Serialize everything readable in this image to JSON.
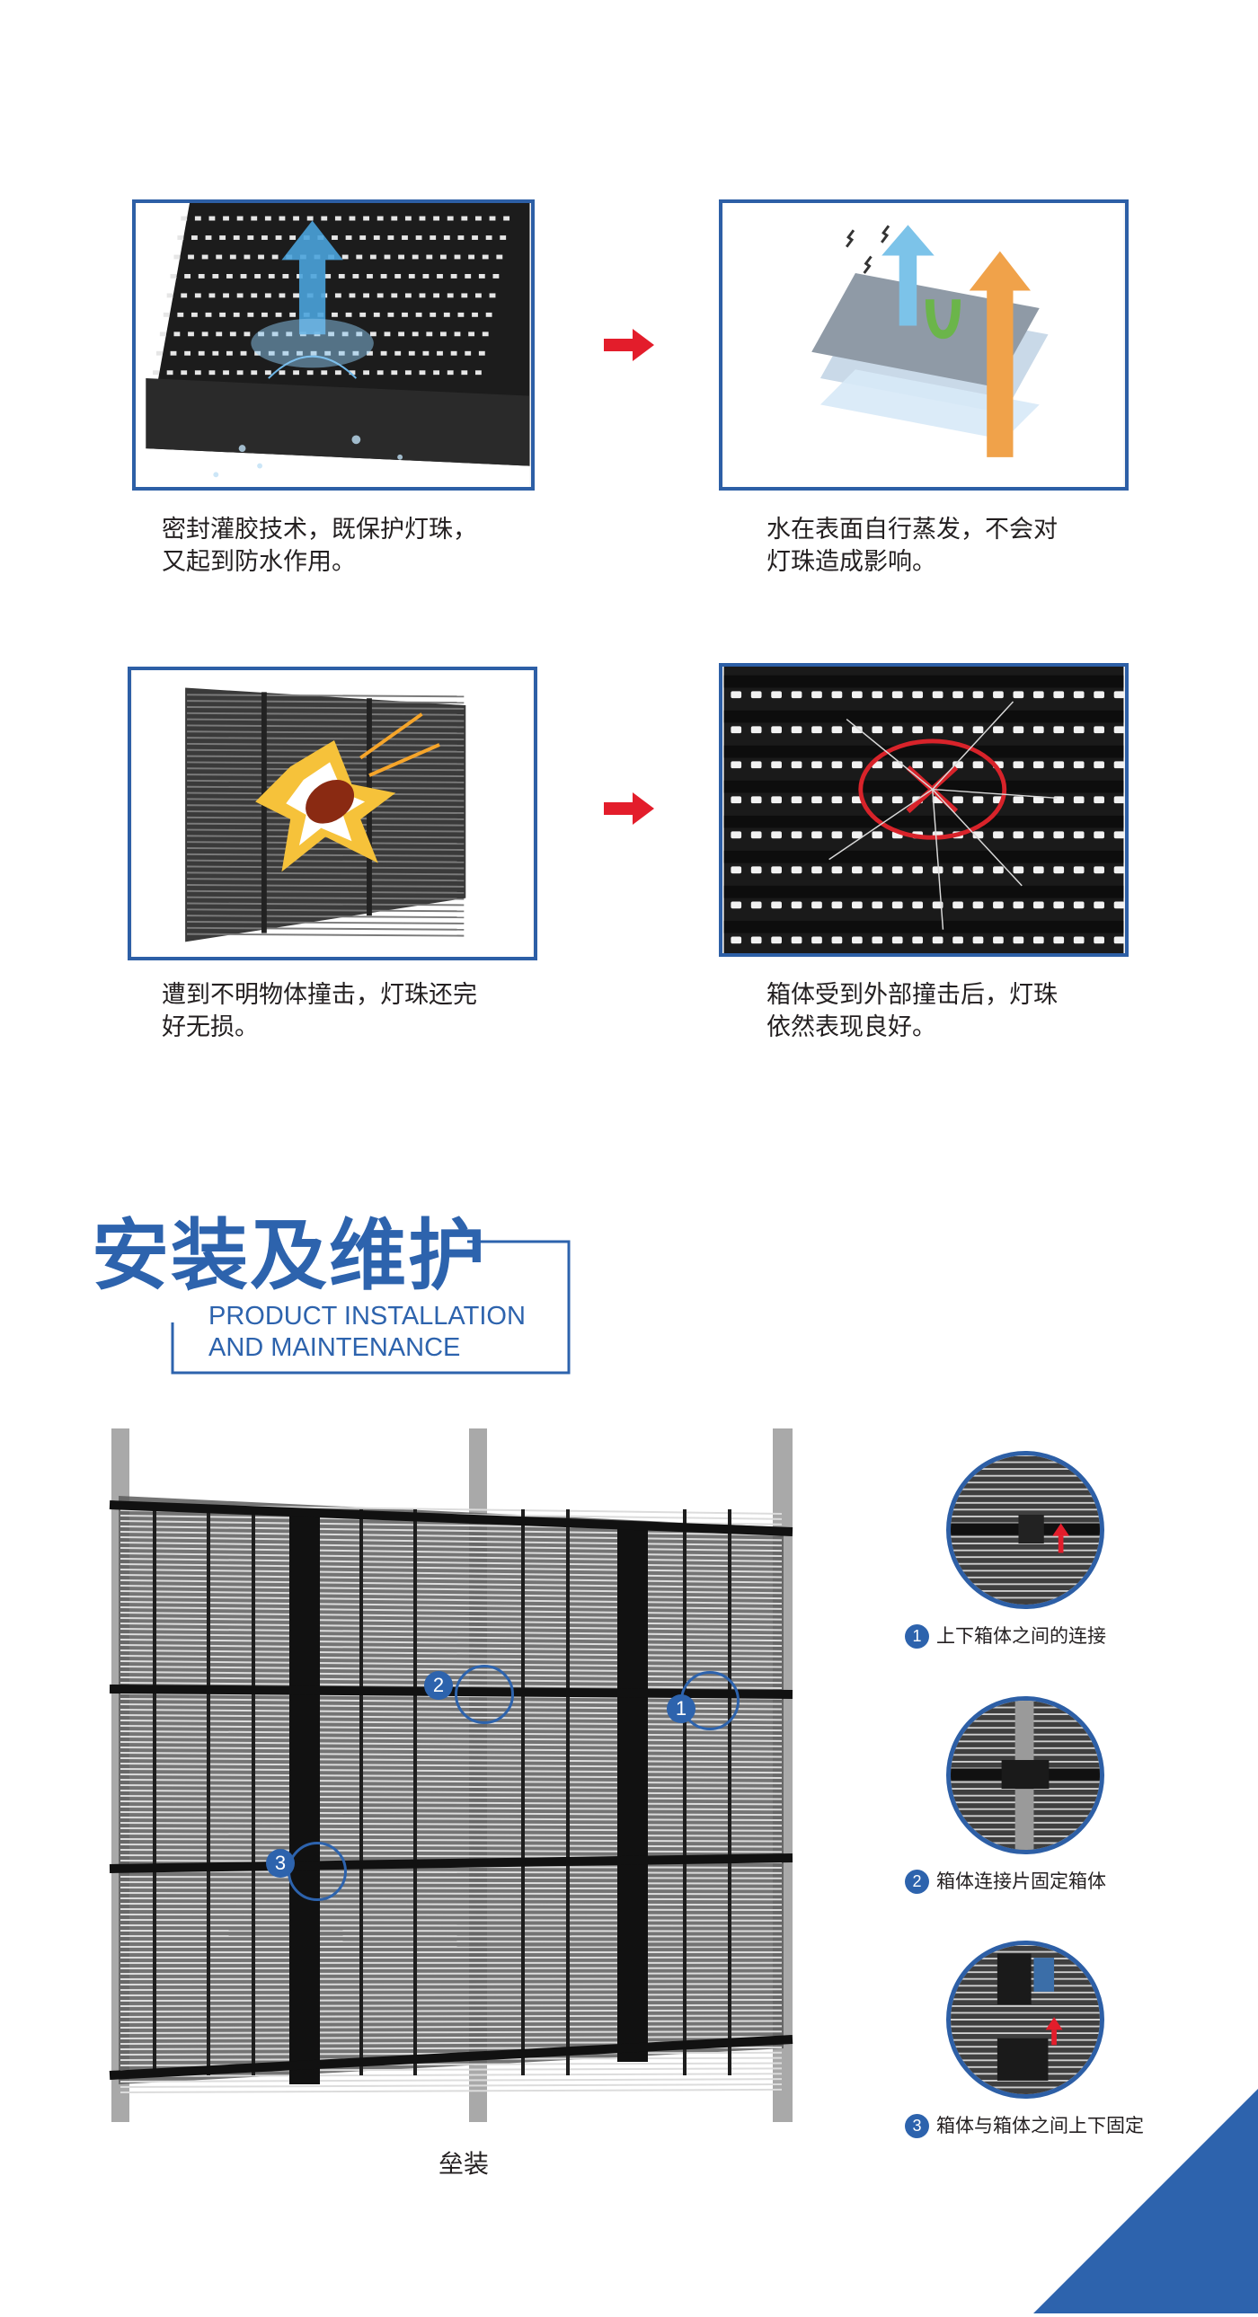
{
  "features": [
    {
      "caption": "密封灌胶技术，既保护灯珠，\n又起到防水作用。"
    },
    {
      "caption": "水在表面自行蒸发，不会对\n灯珠造成影响。"
    },
    {
      "caption": "遭到不明物体撞击，灯珠还完\n好无损。"
    },
    {
      "caption": "箱体受到外部撞击后，灯珠\n依然表现良好。"
    }
  ],
  "section": {
    "title_cn": "安装及维护",
    "title_en": "PRODUCT INSTALLATION\nAND MAINTENANCE"
  },
  "assembly": {
    "caption": "垒装",
    "callouts": [
      "2",
      "1",
      "3"
    ]
  },
  "details": [
    {
      "num": "1",
      "label": "上下箱体之间的连接"
    },
    {
      "num": "2",
      "label": "箱体连接片固定箱体"
    },
    {
      "num": "3",
      "label": "箱体与箱体之间上下固定"
    }
  ],
  "colors": {
    "brand_blue": "#2d63ad",
    "arrow_red": "#e31d2b",
    "frame_blue": "#2d5fa6"
  }
}
